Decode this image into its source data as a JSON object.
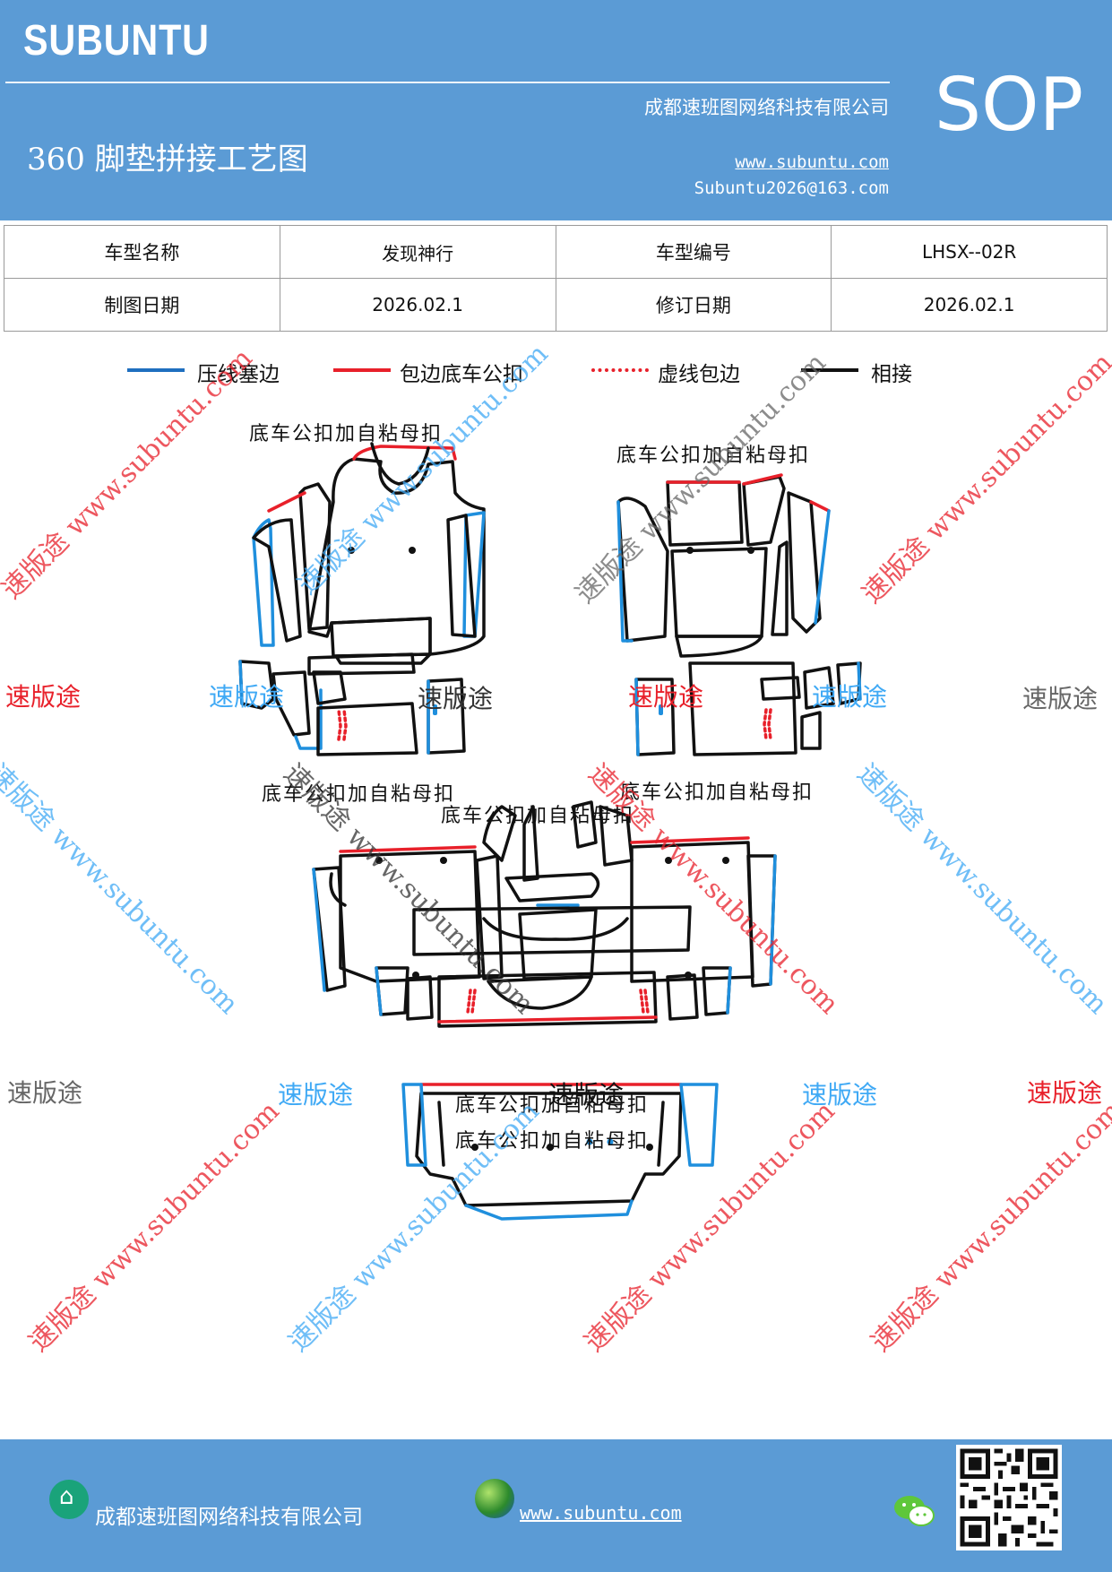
{
  "header": {
    "brand": "SUBUNTU",
    "company": "成都速班图网络科技有限公司",
    "title": "360 脚垫拼接工艺图",
    "website": "www.subuntu.com",
    "email": "Subuntu2026@163.com",
    "badge": "SOP"
  },
  "info": {
    "rows": [
      [
        "车型名称",
        "发现神行",
        "车型编号",
        "LHSX--02R"
      ],
      [
        "制图日期",
        "2026.02.1",
        "修订日期",
        "2026.02.1"
      ]
    ]
  },
  "legend": [
    {
      "label": "压线塞边",
      "color": "#1f6fbf",
      "style": "solid"
    },
    {
      "label": "包边底车公扣",
      "color": "#e8202a",
      "style": "solid"
    },
    {
      "label": "虚线包边",
      "color": "#e8202a",
      "style": "dotted"
    },
    {
      "label": "相接",
      "color": "#111111",
      "style": "solid"
    }
  ],
  "diagram": {
    "note": "底车公扣加自粘母扣",
    "watermark_cn": "速版途",
    "watermark_url": "www.subuntu.com",
    "watermark_rotated": "速版途 www.subuntu.com",
    "colors": {
      "blue": "#1f8fdd",
      "red": "#e8202a",
      "black": "#111111",
      "grey": "#666666",
      "light_blue": "#3fa9f5"
    }
  },
  "footer": {
    "company": "成都速班图网络科技有限公司",
    "website": "www.subuntu.com",
    "icons": [
      "house-icon",
      "globe-icon",
      "wechat-icon",
      "qr-code"
    ]
  }
}
